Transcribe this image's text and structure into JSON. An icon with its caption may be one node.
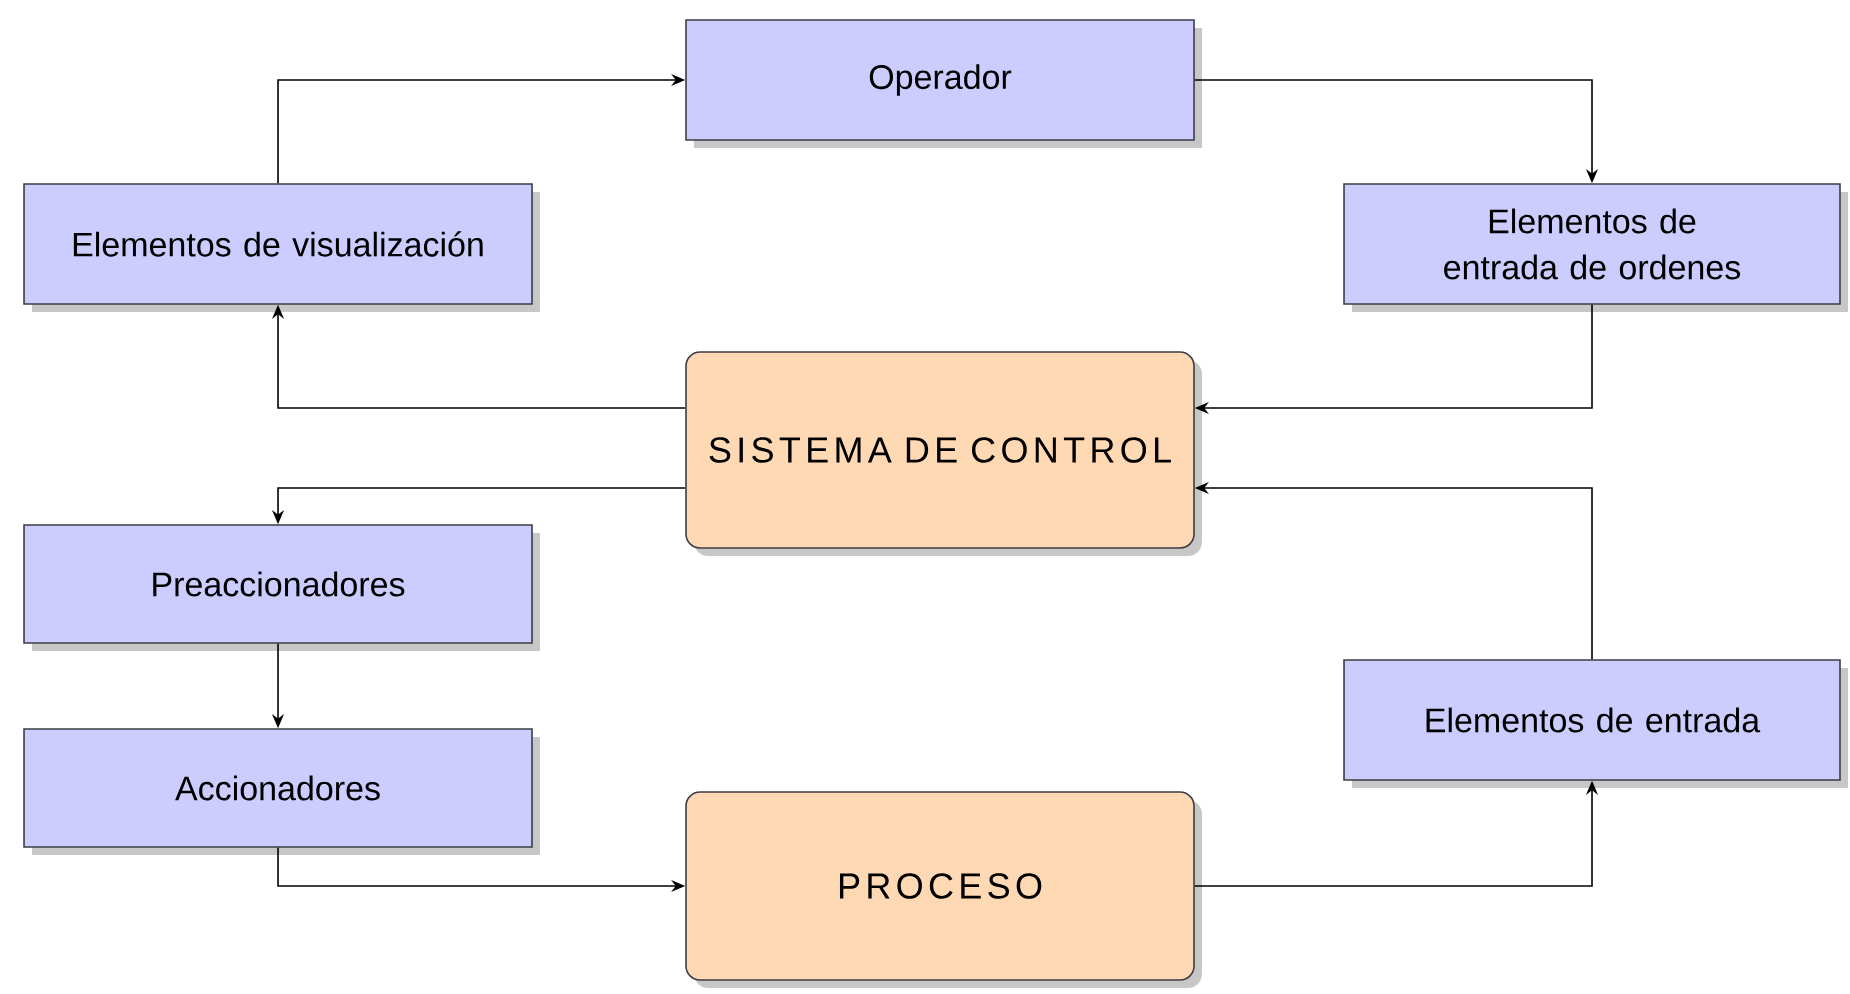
{
  "diagram": {
    "nodes": [
      {
        "text": [
          "Operador"
        ]
      },
      {
        "text": [
          "Elementos de visualización"
        ]
      },
      {
        "text": [
          "Elementos de entrada de ordenes"
        ]
      },
      {
        "text": [
          "SISTEMA DE CONTROL"
        ]
      },
      {
        "text": [
          "Preaccionadores"
        ]
      },
      {
        "text": [
          "Accionadores"
        ]
      },
      {
        "text": [
          "Elementos de entrada"
        ]
      },
      {
        "text": [
          "PROCESO"
        ]
      }
    ],
    "edges": [
      {
        "from": 1,
        "to": 0,
        "arrow": "to"
      },
      {
        "from": 0,
        "to": 2,
        "arrow": "to"
      },
      {
        "from": 2,
        "to": 3,
        "arrow": "to"
      },
      {
        "from": 3,
        "to": 1,
        "arrow": "to"
      },
      {
        "from": 3,
        "to": 4,
        "arrow": "to"
      },
      {
        "from": 4,
        "to": 5,
        "arrow": "to"
      },
      {
        "from": 5,
        "to": 7,
        "arrow": "to"
      },
      {
        "from": 7,
        "to": 6,
        "arrow": "to"
      },
      {
        "from": 6,
        "to": 3,
        "arrow": "to"
      }
    ]
  }
}
